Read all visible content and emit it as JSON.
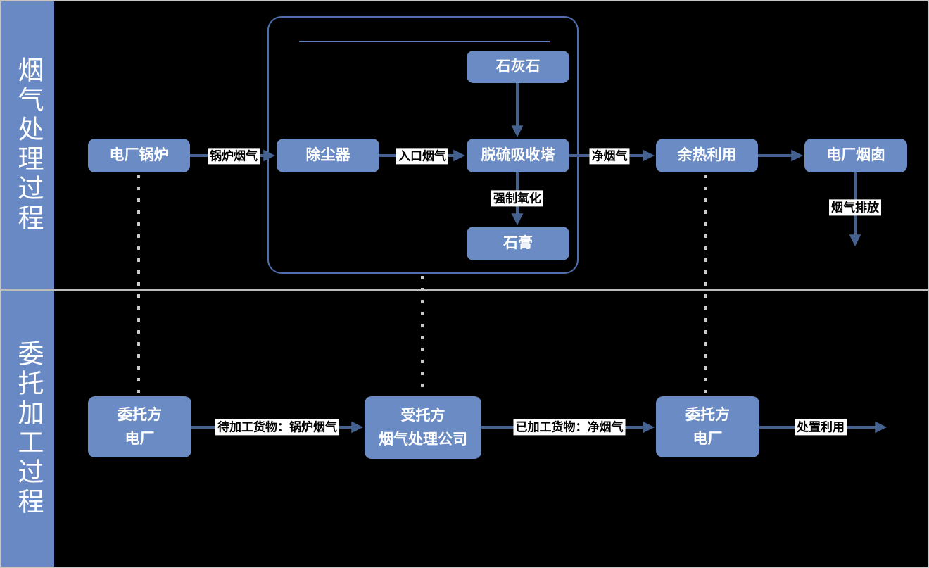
{
  "diagram_type": "flow-diagram",
  "sections": {
    "top": "烟气处理过程",
    "bottom": "委托加工过程"
  },
  "nodes": {
    "boiler": {
      "label": "电厂锅炉"
    },
    "dedust": {
      "label": "除尘器"
    },
    "limestone": {
      "label": "石灰石"
    },
    "absorber": {
      "label": "脱硫吸收塔"
    },
    "gypsum": {
      "label": "石膏"
    },
    "heat": {
      "label": "余热利用"
    },
    "chimney": {
      "label": "电厂烟囱"
    },
    "client_left": {
      "line1": "委托方",
      "line2": "电厂"
    },
    "processor": {
      "line1": "受托方",
      "line2": "烟气处理公司"
    },
    "client_right": {
      "line1": "委托方",
      "line2": "电厂"
    }
  },
  "edge_labels": {
    "boiler_gas": "锅炉烟气",
    "inlet_gas": "入口烟气",
    "clean_gas": "净烟气",
    "forced_oxidation": "强制氧化",
    "gas_discharge": "烟气排放",
    "goods_to_process": "待加工货物：锅炉烟气",
    "goods_processed": "已加工货物：净烟气",
    "disposal_use": "处置利用"
  },
  "colors": {
    "background": "#000000",
    "node_fill": "#6A8BC4",
    "sidebar_fill": "#6889C4",
    "arrow": "#44618F",
    "dotted": "#C9C9C9",
    "container_border": "#4F6FAE",
    "divider": "#BDBDBD",
    "outer_border": "#C6C6C6",
    "label_bg": "#FFFFFF",
    "label_text": "#000000",
    "node_text": "#FFFFFF"
  }
}
